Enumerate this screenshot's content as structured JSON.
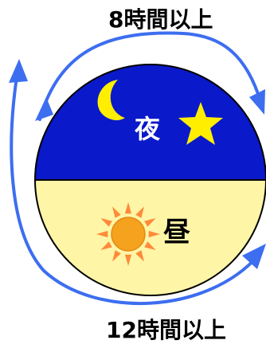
{
  "diagram": {
    "top_label": "8時間以上",
    "bottom_label": "12時間以上",
    "night_label": "夜",
    "day_label": "昼"
  },
  "colors": {
    "night": "#0a19c9",
    "day": "#fff5a6",
    "arrow": "#3d6ef0",
    "moon_star": "#ffee00",
    "sun": "#f5a21e",
    "sun_rays": "#ff8a3a",
    "outline": "#000000",
    "text_dark": "#000000",
    "text_light": "#ffffff"
  },
  "icons": [
    "moon-icon",
    "star-icon",
    "sun-icon",
    "arrow-icon"
  ]
}
